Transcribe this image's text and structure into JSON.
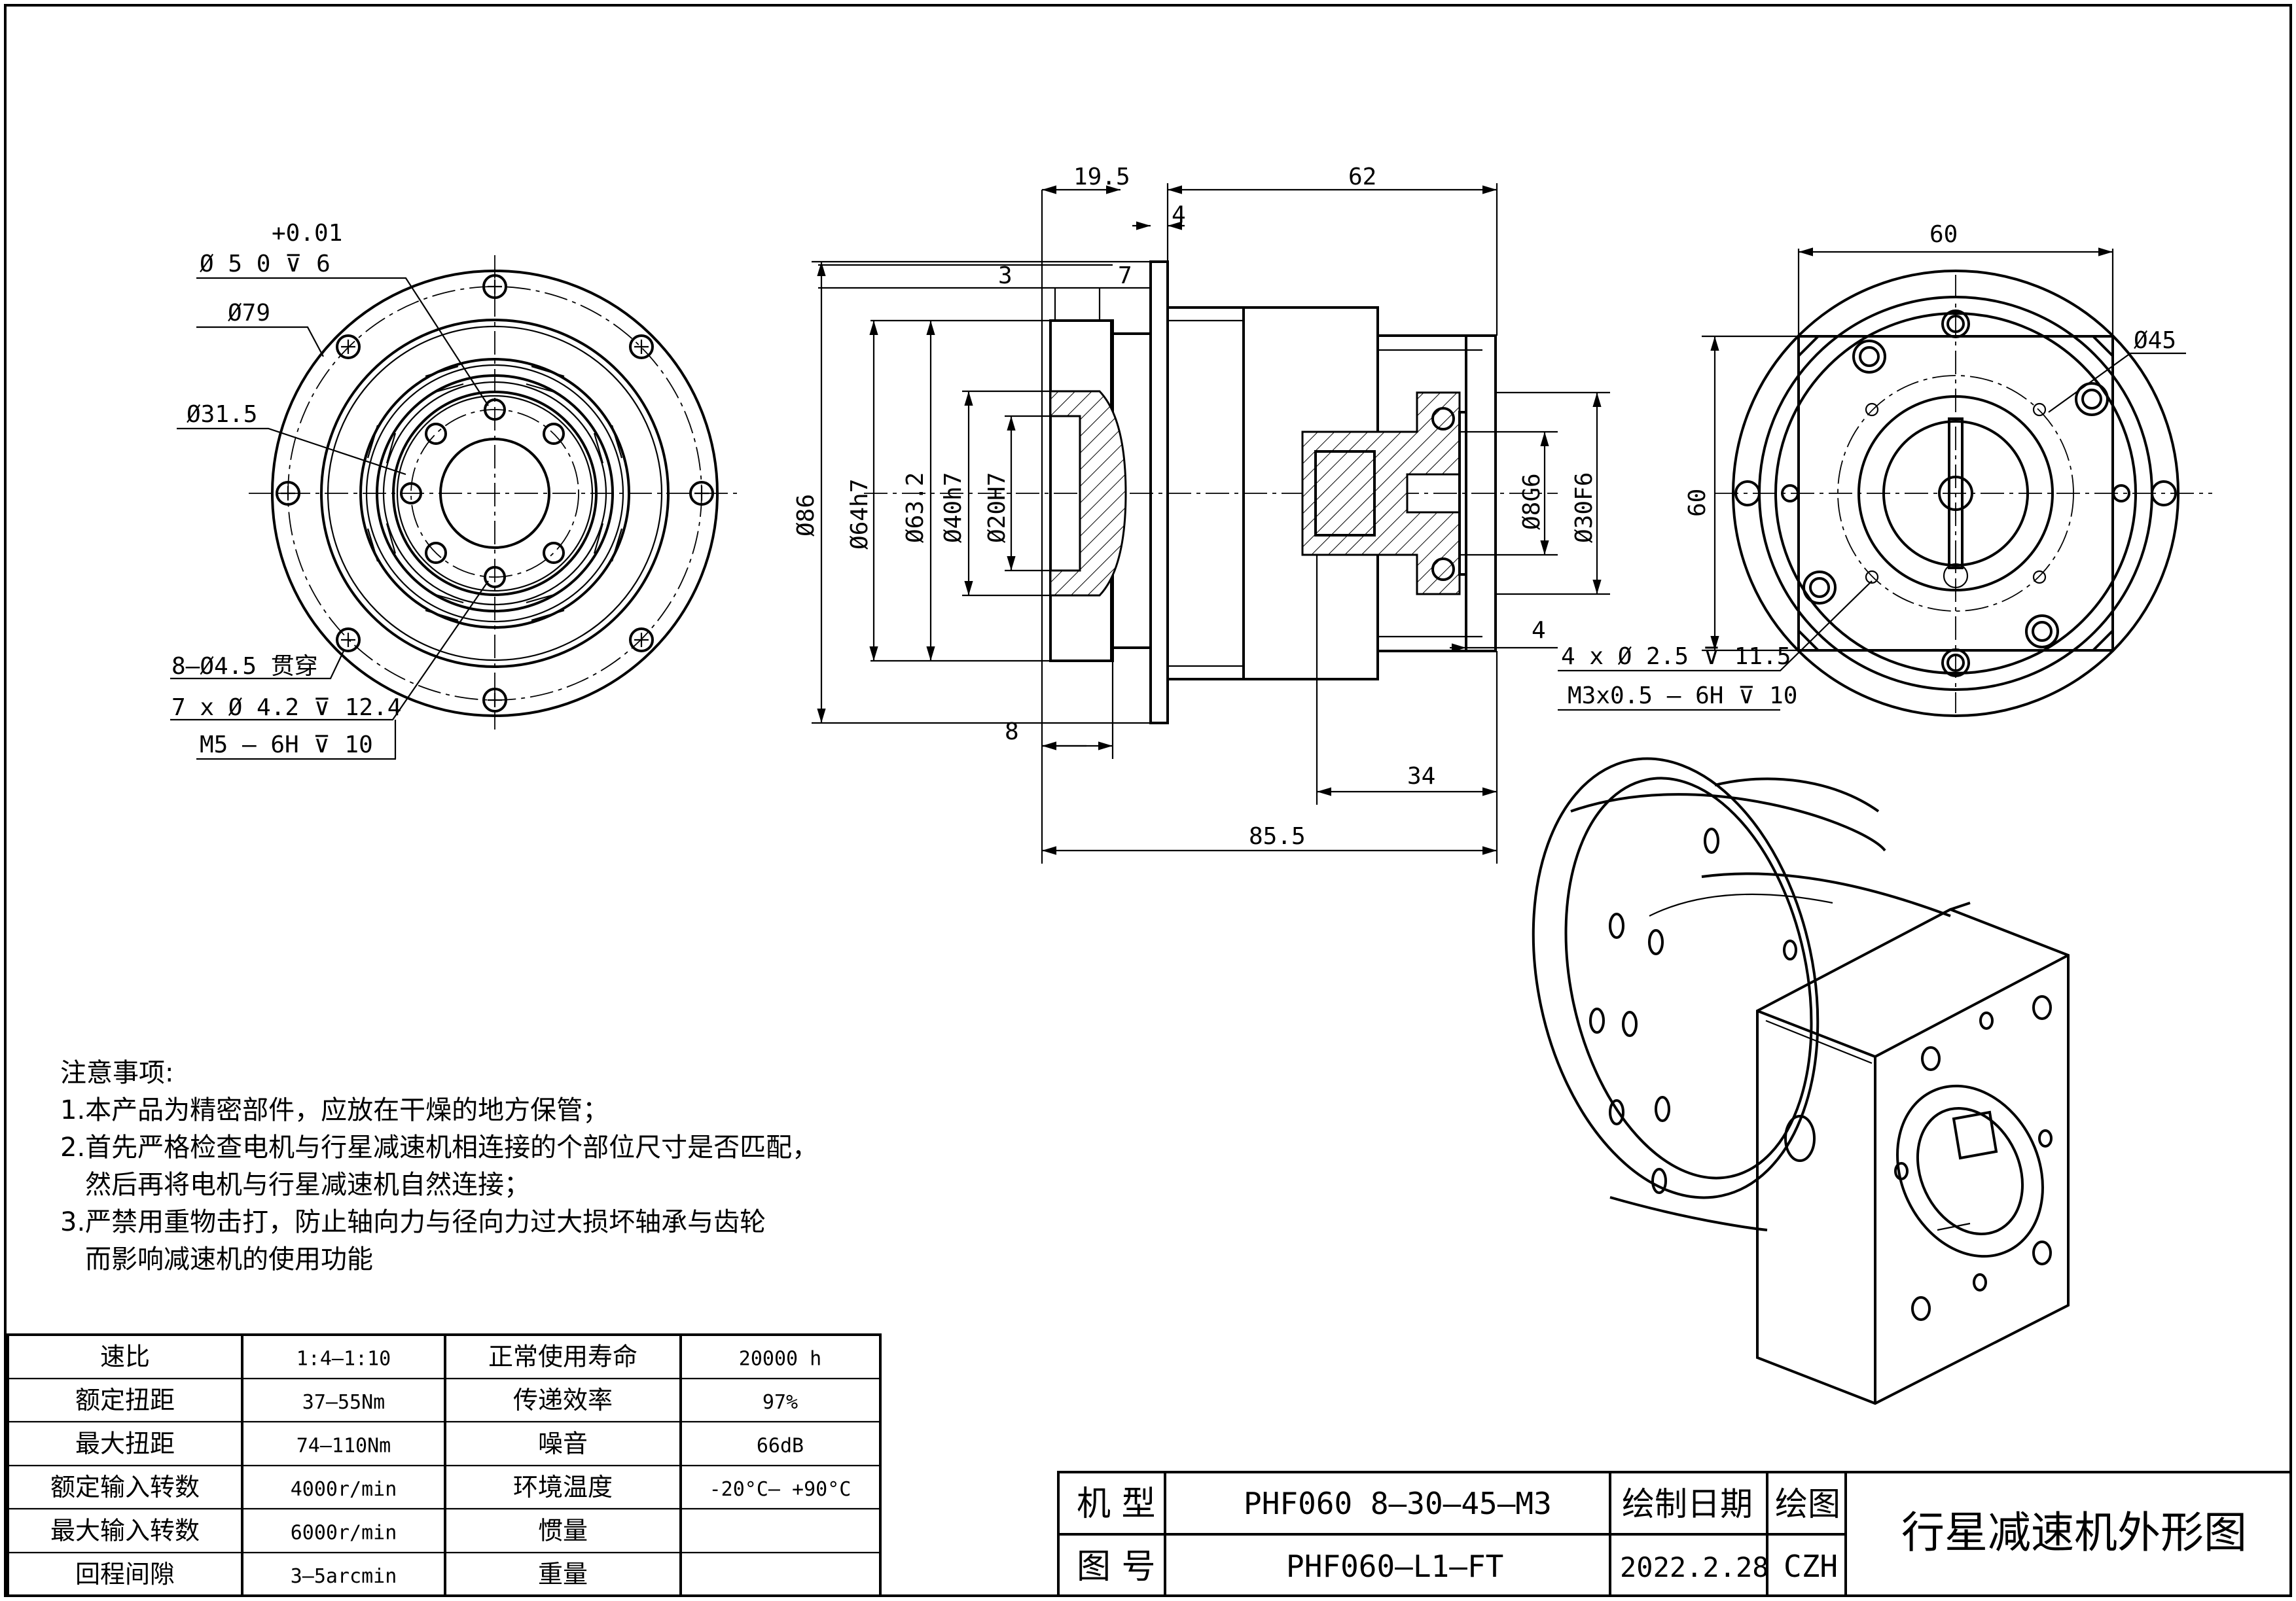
{
  "front_view": {
    "hole_callout_line1": "+0.01",
    "hole_callout_line2": "Ø 5    0    ⊽ 6",
    "pcd_outer": "Ø79",
    "pcd_inner": "Ø31.5",
    "through_holes": "8—Ø4.5 贯穿",
    "blind_holes": "7 x  Ø  4.2  ⊽  12.4",
    "thread": "M5 — 6H  ⊽  10"
  },
  "side_view": {
    "dim_19_5": "19.5",
    "dim_62": "62",
    "dim_4_top": "4",
    "dim_3": "3",
    "dim_7": "7",
    "dia_86": "Ø86",
    "dia_64h7": "Ø64h7",
    "dia_63_2": "Ø63.2",
    "dia_40h7": "Ø40h7",
    "dia_20H7": "Ø20H7",
    "dia_8G6": "Ø8G6",
    "dia_30F6": "Ø30F6",
    "dim_4_right": "4",
    "dim_8": "8",
    "dim_34": "34",
    "dim_85_5": "85.5"
  },
  "rear_view": {
    "width": "60",
    "height": "60",
    "pcd": "Ø45",
    "holes": "4 x  Ø  2.5  ⊽  11.5",
    "thread": "M3x0.5 — 6H  ⊽  10"
  },
  "notes": {
    "heading": "注意事项:",
    "n1": "1.本产品为精密部件，应放在干燥的地方保管；",
    "n2a": "2.首先严格检查电机与行星减速机相连接的个部位尺寸是否匹配，",
    "n2b": "然后再将电机与行星减速机自然连接；",
    "n3a": "3.严禁用重物击打，防止轴向力与径向力过大损坏轴承与齿轮",
    "n3b": "而影响减速机的使用功能"
  },
  "spec_table": [
    [
      "速比",
      "1:4—1:10",
      "正常使用寿命",
      "20000 h"
    ],
    [
      "额定扭距",
      "37—55Nm",
      "传递效率",
      "97%"
    ],
    [
      "最大扭距",
      "74—110Nm",
      "噪音",
      "66dB"
    ],
    [
      "额定输入转数",
      "4000r/min",
      "环境温度",
      "-20°C— +90°C"
    ],
    [
      "最大输入转数",
      "6000r/min",
      "惯量",
      ""
    ],
    [
      "回程间隙",
      "3—5arcmin",
      "重量",
      ""
    ]
  ],
  "title_block": {
    "model_label": "机  型",
    "model_value": "PHF060 8—30—45—M3",
    "drawing_no_label": "图  号",
    "drawing_no_value": "PHF060—L1—FT",
    "date_label": "绘制日期",
    "date_value": "2022.2.28",
    "drafter_label": "绘图",
    "drafter_value": "CZH",
    "title": "行星减速机外形图"
  }
}
